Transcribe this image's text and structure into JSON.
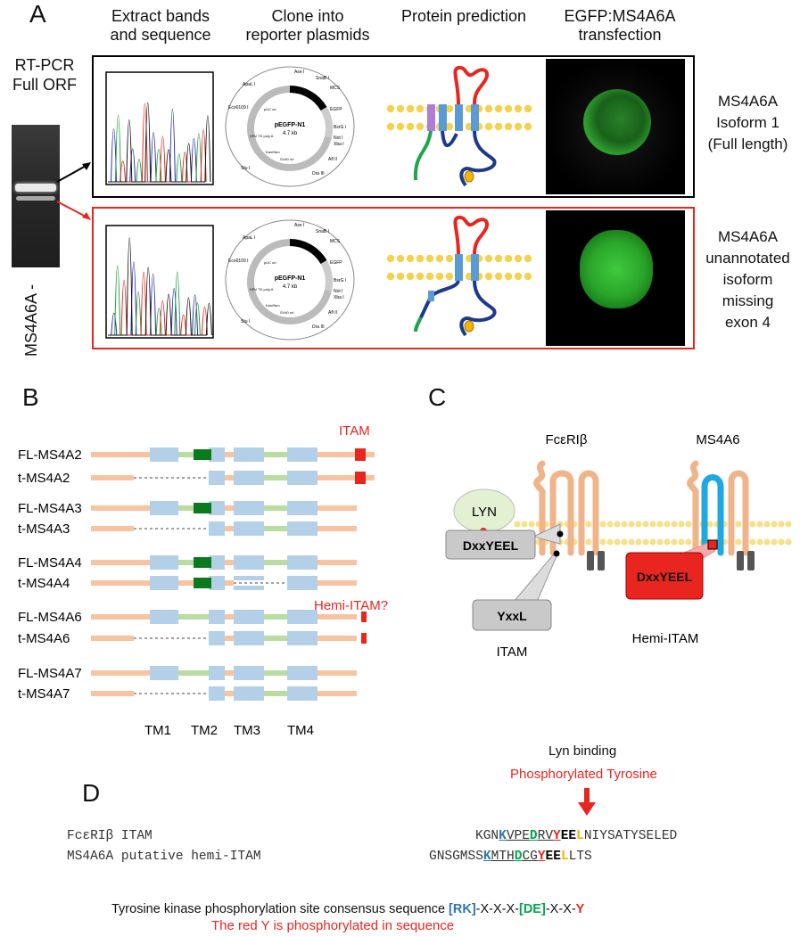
{
  "panel_a": {
    "letter": "A",
    "rtpcr_label_1": "RT-PCR",
    "rtpcr_label_2": "Full ORF",
    "gel_label": "MS4A6A -",
    "headers": [
      {
        "line1": "Extract bands",
        "line2": "and sequence"
      },
      {
        "line1": "Clone into",
        "line2": "reporter plasmids"
      },
      {
        "line1": "Protein prediction",
        "line2": ""
      },
      {
        "line1": "EGFP:MS4A6A",
        "line2": "transfection"
      }
    ],
    "isoform1": [
      "MS4A6A",
      "Isoform 1",
      "(Full length)"
    ],
    "isoform2": [
      "MS4A6A",
      "unannotated",
      "isoform",
      "missing",
      "exon 4"
    ],
    "plasmid": {
      "name": "pEGFP-N1",
      "size": "4.7 kb",
      "sites": [
        "Ase I",
        "SnaB I",
        "MCS",
        "ApaL I",
        "Eco0109 I",
        "EGFP",
        "BsrG I",
        "Not I",
        "Xba I",
        "Afl II",
        "Dra III",
        "Stu I",
        "Kan/Neo",
        "SV40 ori",
        "pUC ori",
        "HSV TK poly A"
      ]
    }
  },
  "panel_b": {
    "letter": "B",
    "rows": [
      {
        "label": "FL-MS4A2"
      },
      {
        "label": "t-MS4A2"
      },
      {
        "label": "FL-MS4A3"
      },
      {
        "label": "t-MS4A3"
      },
      {
        "label": "FL-MS4A4"
      },
      {
        "label": "t-MS4A4"
      },
      {
        "label": "FL-MS4A6"
      },
      {
        "label": "t-MS4A6"
      },
      {
        "label": "FL-MS4A7"
      },
      {
        "label": "t-MS4A7"
      }
    ],
    "itam_label": "ITAM",
    "hemi_itam_label": "Hemi-ITAM?",
    "tm_labels": [
      "TM1",
      "TM2",
      "TM3",
      "TM4"
    ]
  },
  "panel_c": {
    "letter": "C",
    "fceri_label": "FcεRIβ",
    "ms4a6_label": "MS4A6",
    "lyn_label": "LYN",
    "dxxyeel_left": "DxxYEEL",
    "yxxl_label": "YxxL",
    "itam_label": "ITAM",
    "dxxyeel_right": "DxxYEEL",
    "hemi_itam_label": "Hemi-ITAM"
  },
  "panel_d": {
    "letter": "D",
    "lyn_binding": "Lyn binding",
    "phospho_label": "Phosphorylated Tyrosine",
    "row1_name": "FcεRIβ ITAM",
    "row2_name": "MS4A6A putative hemi-ITAM",
    "consensus_prefix": "Tyrosine kinase phosphorylation site consensus sequence ",
    "consensus_rk": "[RK]",
    "consensus_mid": "-X-X-X-",
    "consensus_de": "[DE]",
    "consensus_mid2": "-X-X-",
    "consensus_y": "Y",
    "red_y_note": "The red Y is phosphorylated in sequence"
  },
  "colors": {
    "red": "#e8251f",
    "blue_seq": "#2e75b6",
    "green_seq": "#00a651",
    "gold_seq": "#f4b400",
    "membrane": "#f4d24d",
    "exon_blue": "#b4cfe8",
    "exon_green": "#0a7a1c",
    "utr_orange": "#f7c3a0",
    "tm_link_green": "#b9dca1"
  }
}
